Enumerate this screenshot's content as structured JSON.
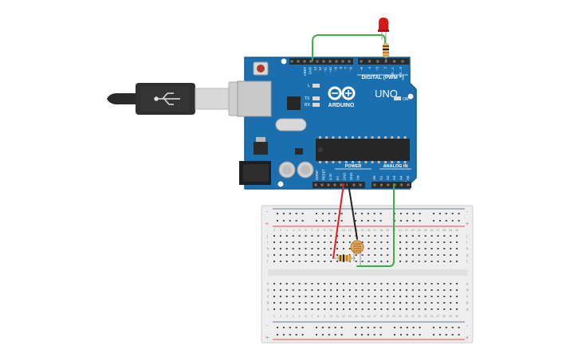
{
  "colors": {
    "board": "#1b6fae",
    "board_edge": "#165c91",
    "header": "#2b2b2b",
    "chip": "#262626",
    "wire_green": "#3fae49",
    "wire_red": "#e02020",
    "wire_black": "#222222",
    "led": "#d61818",
    "breadboard": "#eeeeee",
    "rail_red": "#e34b4b",
    "rail_blue": "#6b7f96",
    "usb_body": "#2a2a2a"
  },
  "board": {
    "logo": "ARDUINO",
    "model": "UNO",
    "digital_label": "DIGITAL (PWM ~)",
    "power_label": "POWER",
    "analog_label": "ANALOG IN",
    "on_label": "ON",
    "l_label": "L",
    "tx_label": "TX",
    "rx_label": "RX",
    "digital_pins": [
      "AREF",
      "GND",
      "13",
      "12",
      "~11",
      "~10",
      "~9",
      "8",
      "7",
      "~6",
      "~5",
      "4",
      "~3",
      "2",
      "TX→1",
      "RX←0"
    ],
    "power_pins": [
      "IOREF",
      "RESET",
      "3.3V",
      "5V",
      "GND",
      "GND",
      "Vin"
    ],
    "analog_pins": [
      "A0",
      "A1",
      "A2",
      "A3",
      "A4",
      "A5"
    ]
  },
  "breadboard": {
    "plus": "+",
    "minus": "-",
    "rows_top": [
      "j",
      "i",
      "h",
      "g",
      "f"
    ],
    "rows_bottom": [
      "e",
      "d",
      "c",
      "b",
      "a"
    ],
    "columns": [
      "1",
      "2",
      "3",
      "4",
      "5",
      "6",
      "7",
      "8",
      "9",
      "10",
      "11",
      "12",
      "13",
      "14",
      "15",
      "16",
      "17",
      "18",
      "19",
      "20",
      "21",
      "22",
      "23",
      "24",
      "25",
      "26",
      "27",
      "28",
      "29",
      "30"
    ]
  },
  "components": {
    "led": "led",
    "resistor_led": "resistor",
    "resistor_ldr": "resistor",
    "photoresistor": "photoresistor",
    "usb": "usb-cable"
  }
}
